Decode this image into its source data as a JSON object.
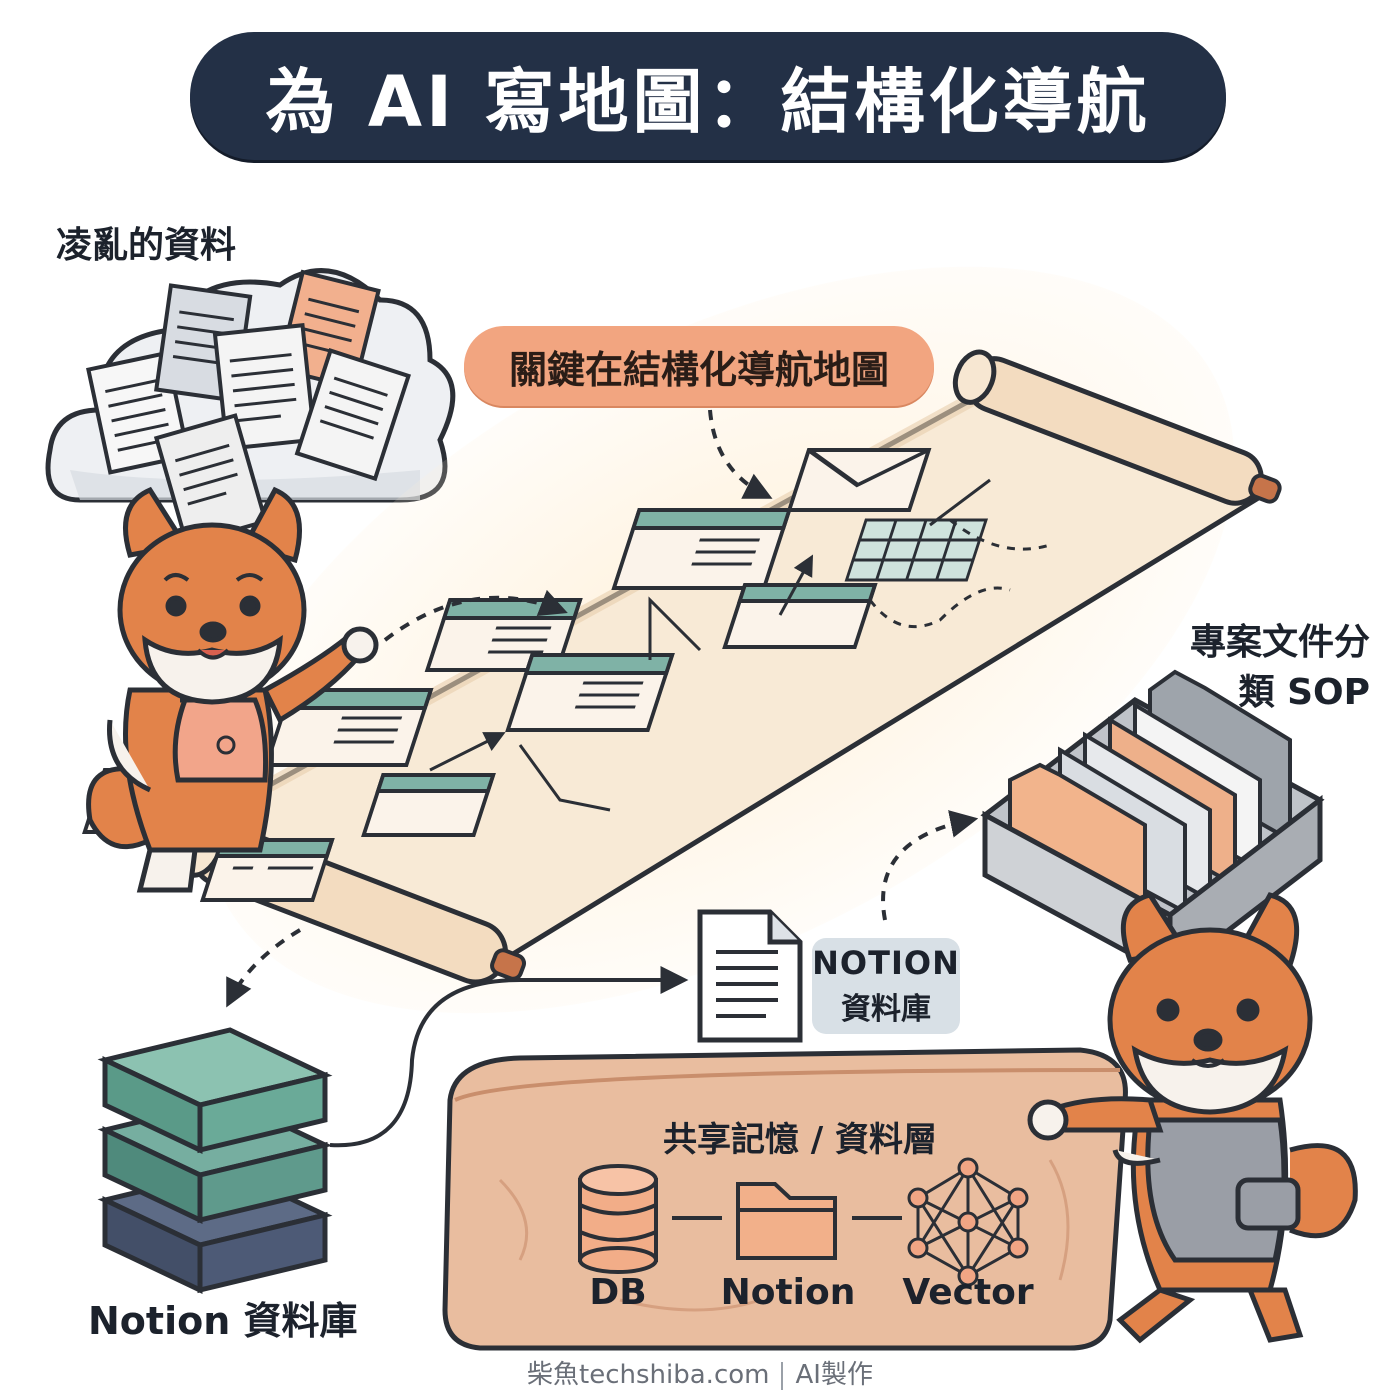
{
  "title": "為 AI 寫地圖：結構化導航",
  "messy_label": "凌亂的資料",
  "key_pill": "關鍵在結構化導航地圖",
  "sop_label": [
    "專案文件分",
    "類 SOP"
  ],
  "notion_tag": [
    "NOTION",
    "資料庫"
  ],
  "notion_db_label": "Notion 資料庫",
  "shared_layer": {
    "title": "共享記憶 / 資料層",
    "items": [
      "DB",
      "Notion",
      "Vector"
    ]
  },
  "footer": {
    "site": "柴魚techshiba.com",
    "credit": "AI製作"
  },
  "colors": {
    "navy": "#233046",
    "peach": "#f2a580",
    "teal": "#6fa89a",
    "shiba": "#e2834a",
    "stone": "#e9bd9f"
  },
  "icons": [
    "cloud-icon",
    "document-icon",
    "scroll-icon",
    "window-card-icon",
    "envelope-icon",
    "grid-icon",
    "folder-icon",
    "database-icon",
    "network-icon",
    "stack-icon",
    "shiba-dog-icon"
  ]
}
